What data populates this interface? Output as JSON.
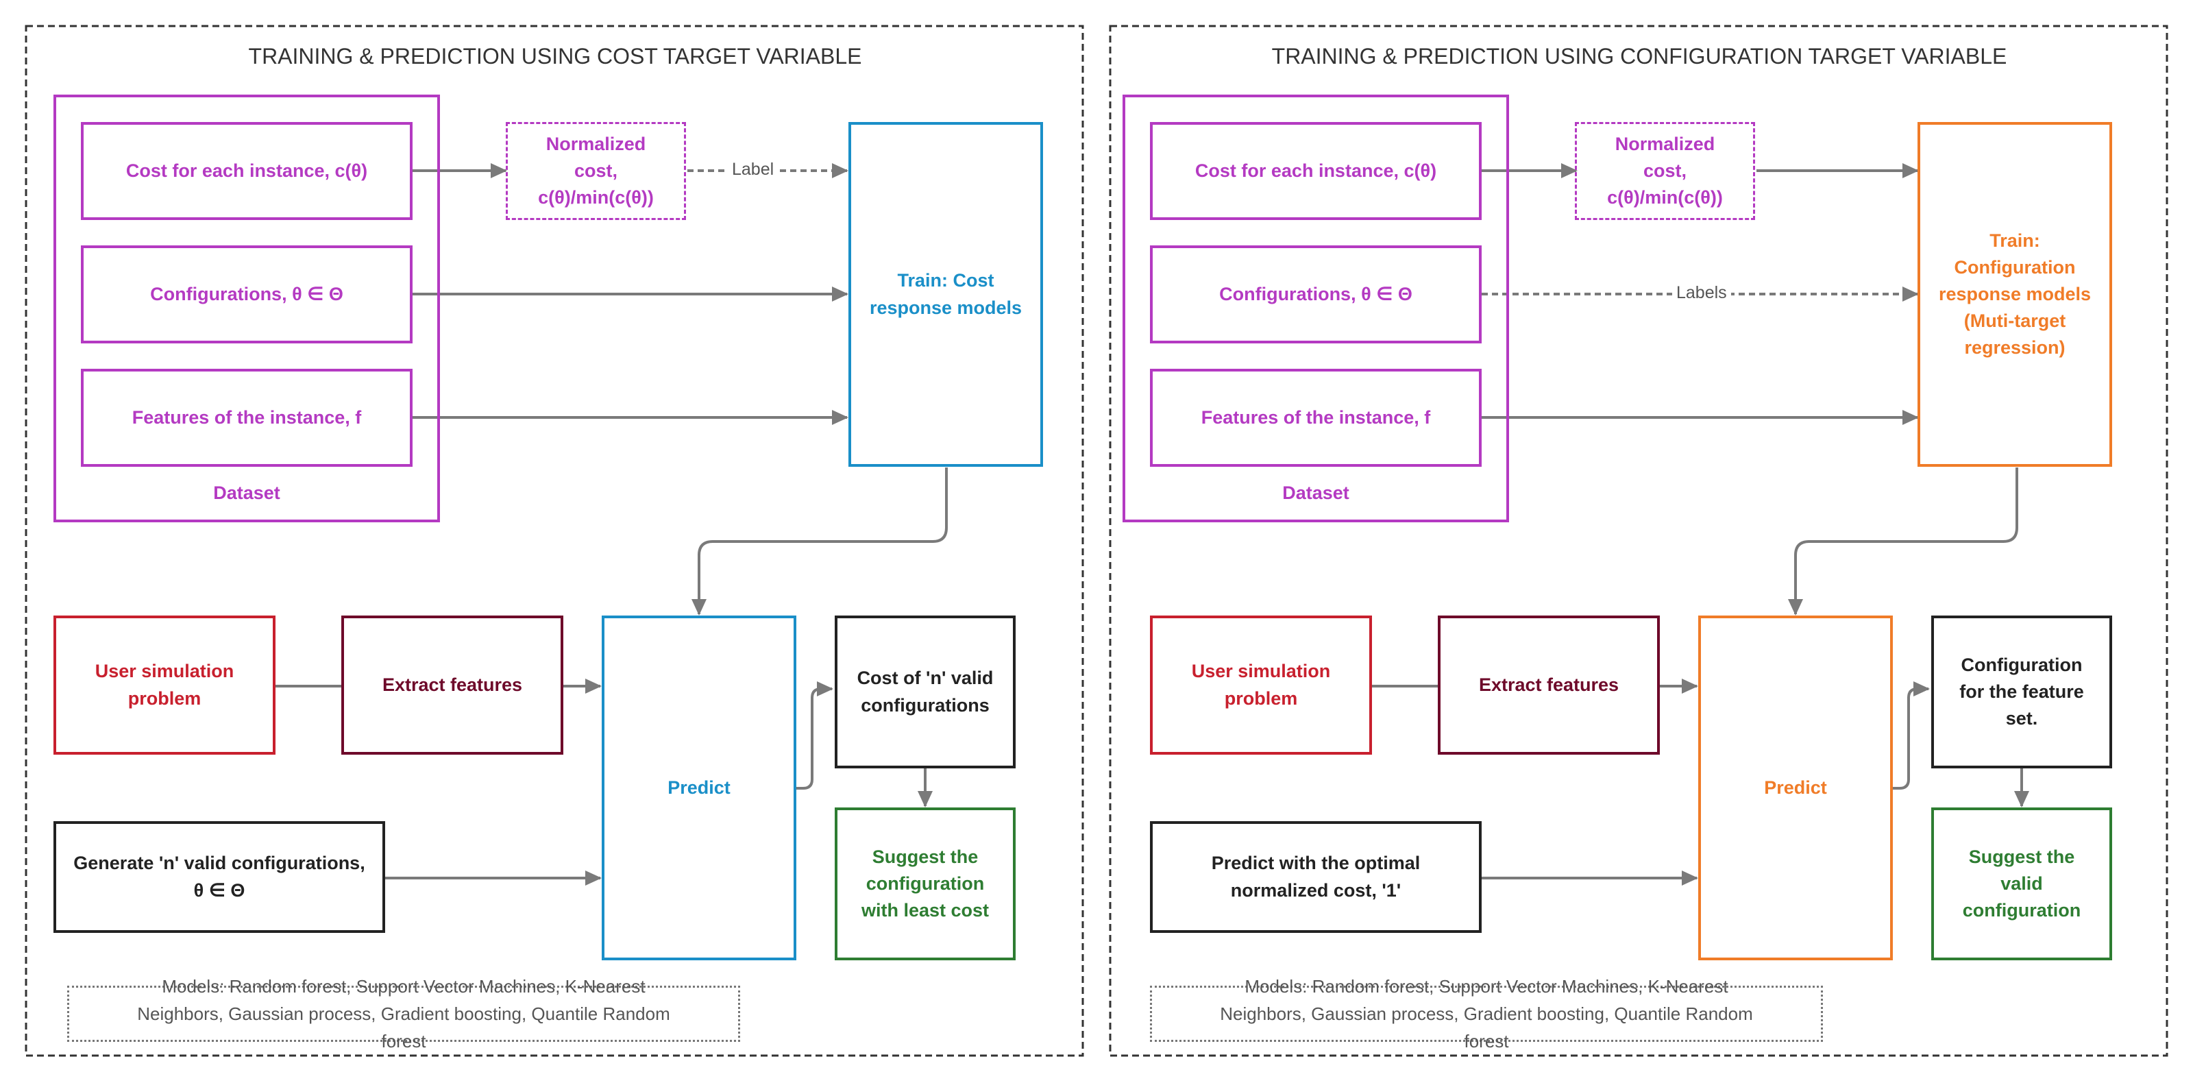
{
  "left": {
    "title": "TRAINING & PREDICTION USING COST TARGET VARIABLE",
    "dataset_label": "Dataset",
    "cost_box": "Cost for each instance,  c(θ)",
    "config_box": "Configurations,  θ ∈ Θ",
    "features_box": "Features of the instance,  f",
    "normalized": "Normalized cost, c(θ)/min(c(θ))",
    "edge_label": "Label",
    "train": "Train: Cost response models",
    "user_problem": "User simulation problem",
    "extract": "Extract features",
    "generate": "Generate 'n' valid configurations, θ ∈ Θ",
    "predict": "Predict",
    "output": "Cost of 'n' valid configurations",
    "suggest": "Suggest the configuration with least cost",
    "models": "Models: Random forest, Support Vector Machines, K-Nearest Neighbors, Gaussian process, Gradient boosting, Quantile Random forest"
  },
  "right": {
    "title": "TRAINING & PREDICTION USING CONFIGURATION TARGET VARIABLE",
    "dataset_label": "Dataset",
    "cost_box": "Cost for each instance,  c(θ)",
    "config_box": "Configurations,  θ ∈ Θ",
    "features_box": "Features of the instance,  f",
    "normalized": "Normalized cost, c(θ)/min(c(θ))",
    "edge_label": "Labels",
    "train": "Train: Configuration response models (Muti-target regression)",
    "user_problem": "User simulation problem",
    "extract": "Extract features",
    "generate": "Predict with the optimal normalized cost, '1'",
    "predict": "Predict",
    "output": "Configuration for the feature set.",
    "suggest": "Suggest the valid configuration",
    "models": "Models: Random forest, Support Vector Machines, K-Nearest Neighbors, Gaussian process, Gradient boosting, Quantile Random forest"
  },
  "colors": {
    "dataset": "#b43ac2",
    "train_left": "#1a8fc8",
    "train_right": "#f07c28",
    "user": "#c8202e",
    "extract": "#6e0a2a",
    "suggest": "#2e7d32",
    "arrow": "#7a7a7a"
  }
}
